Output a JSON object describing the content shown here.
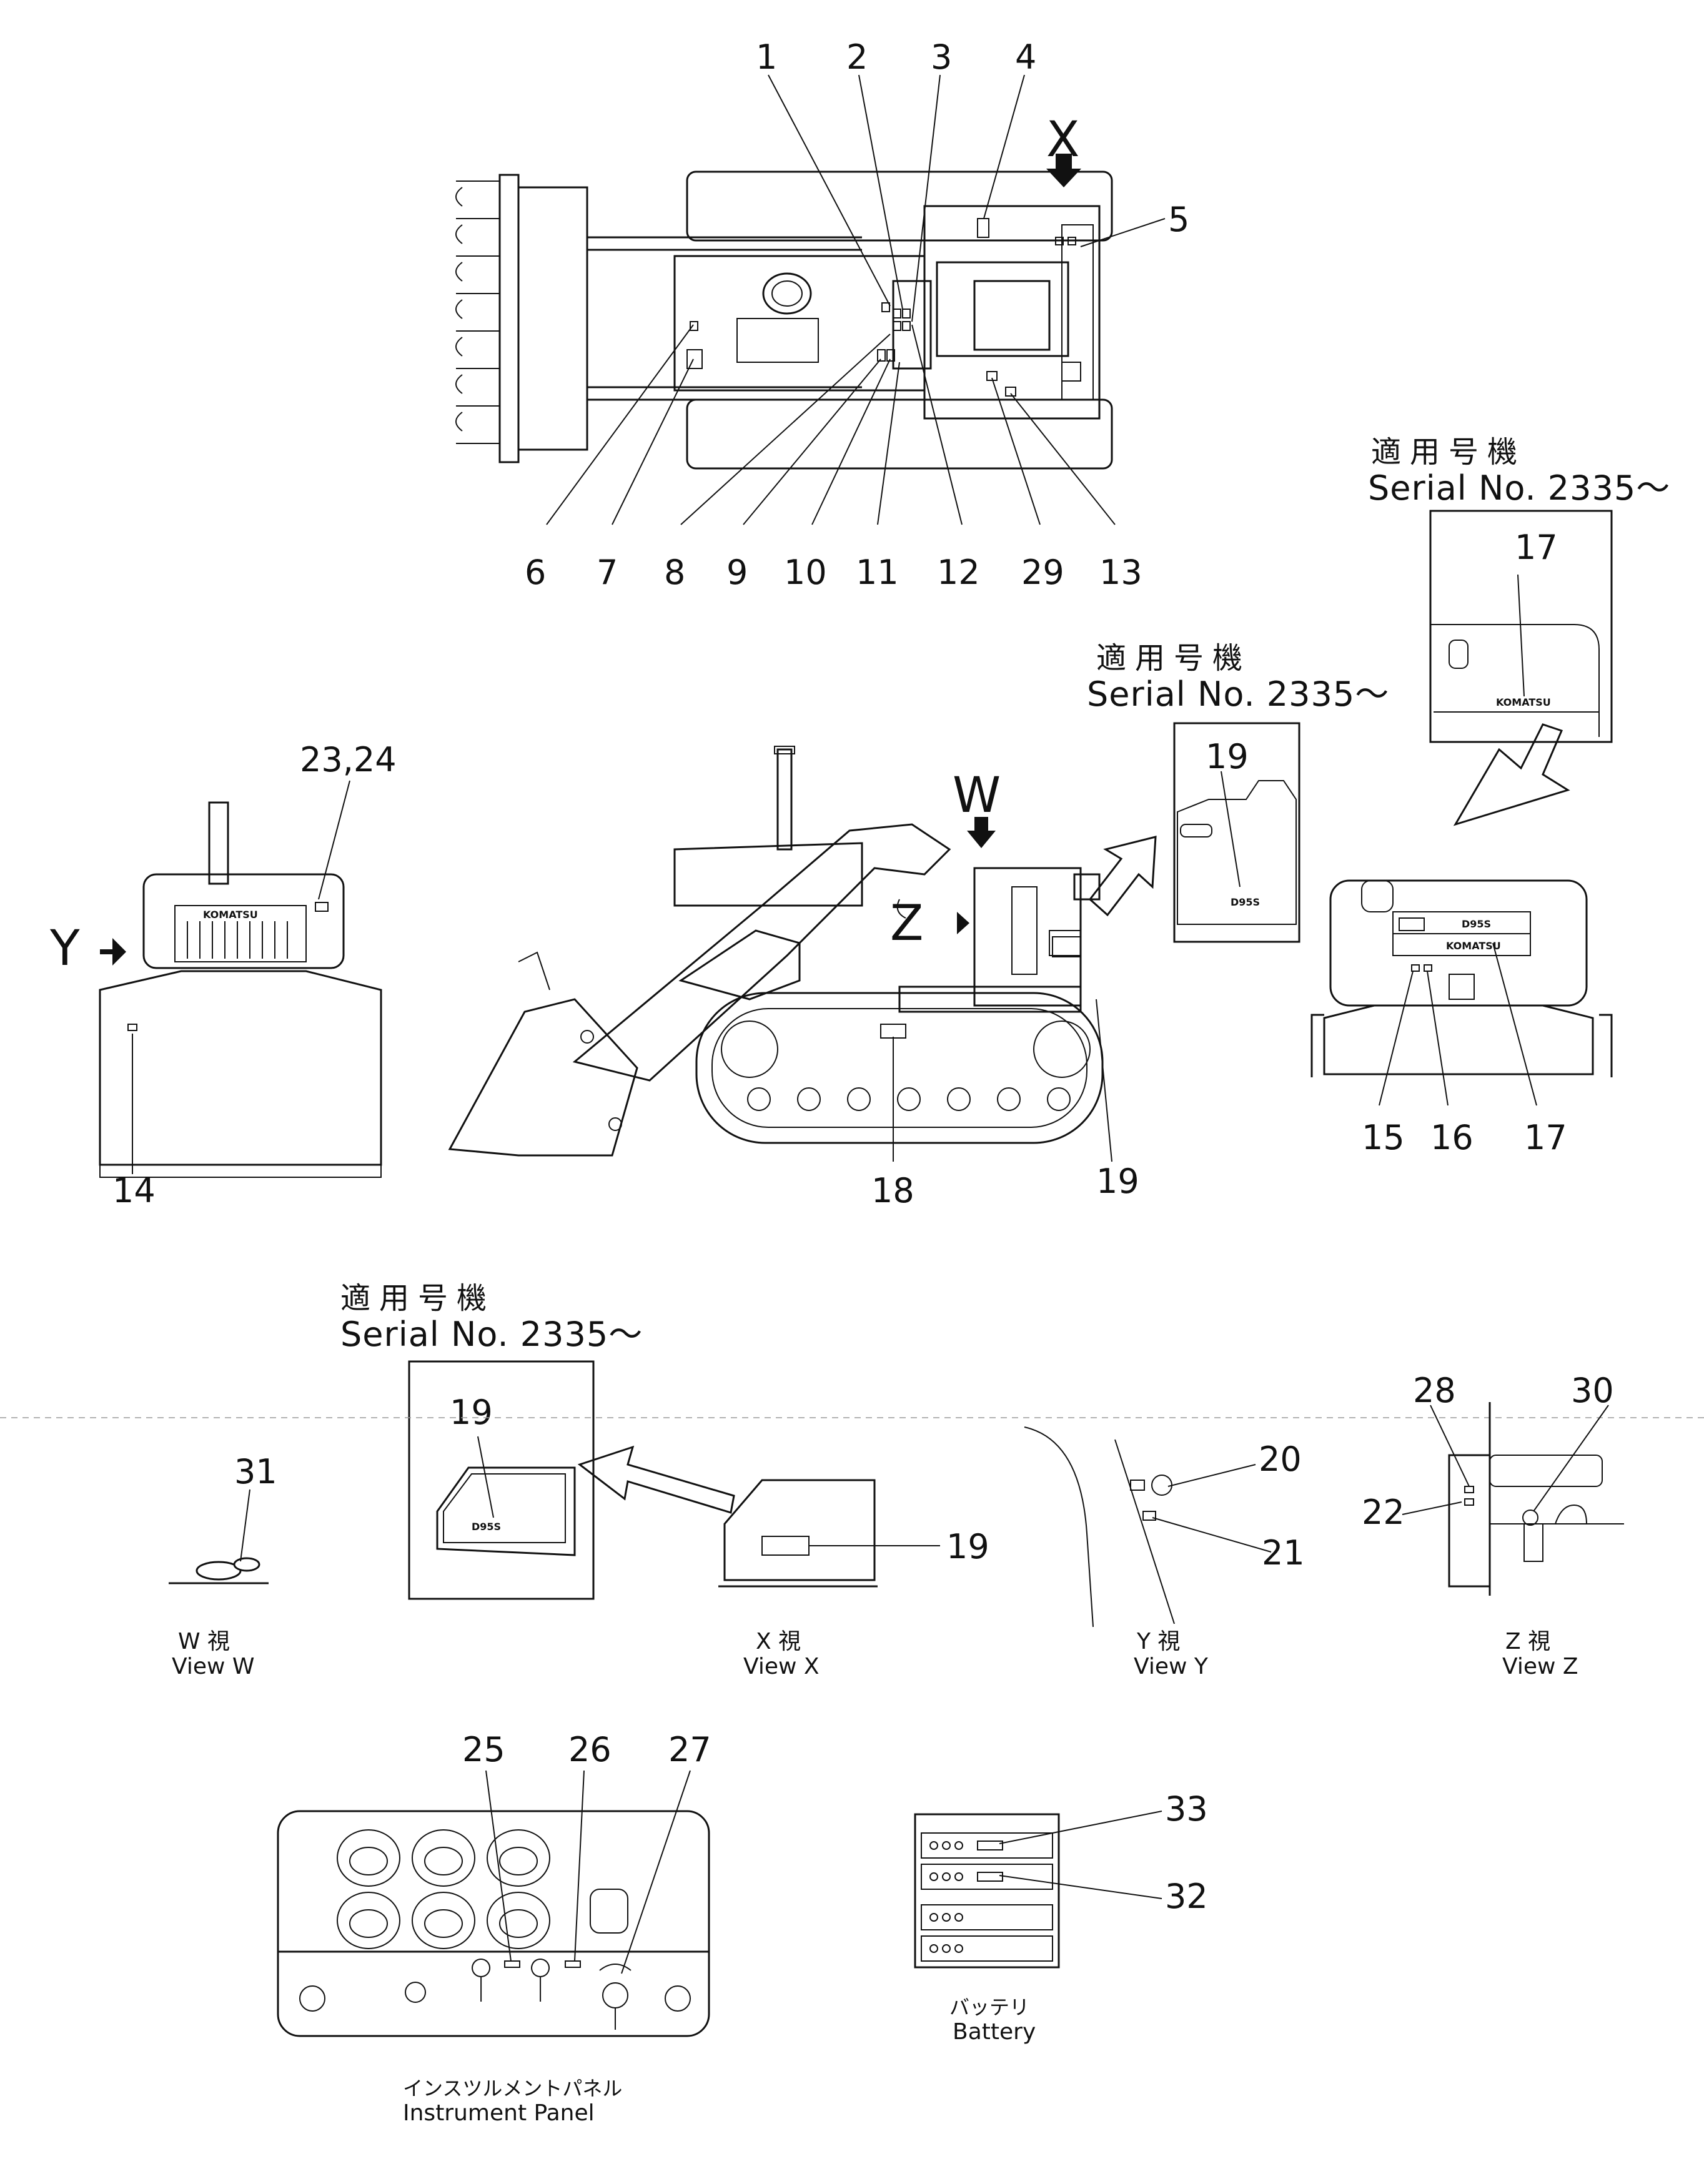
{
  "part_numbers": {
    "n1": "1",
    "n2": "2",
    "n3": "3",
    "n4": "4",
    "n5": "5",
    "n6": "6",
    "n7": "7",
    "n8": "8",
    "n9": "9",
    "n10": "10",
    "n11": "11",
    "n12": "12",
    "n13": "13",
    "n14": "14",
    "n15": "15",
    "n16": "16",
    "n17a": "17",
    "n17b": "17",
    "n18": "18",
    "n19a": "19",
    "n19b": "19",
    "n19c": "19",
    "n19d": "19",
    "n20": "20",
    "n21": "21",
    "n22": "22",
    "n23_24": "23,24",
    "n25": "25",
    "n26": "26",
    "n27": "27",
    "n28": "28",
    "n29": "29",
    "n30": "30",
    "n31": "31",
    "n32": "32",
    "n33": "33"
  },
  "view_letters": {
    "x": "X",
    "w": "W",
    "y": "Y",
    "z": "Z"
  },
  "serial_notes": {
    "jp": "適用号機",
    "en": "Serial  No.  2335～"
  },
  "decal_text": {
    "komatsu": "KOMATSU",
    "model": "D95S"
  },
  "captions": {
    "view_w_jp": "W  視",
    "view_w": "View  W",
    "view_x_jp": "X  視",
    "view_x": "View  X",
    "view_y_jp": "Y  視",
    "view_y": "View  Y",
    "view_z_jp": "Z  視",
    "view_z": "View  Z",
    "panel_jp": "インスツルメントパネル",
    "panel": "Instrument  Panel",
    "battery_jp": "バッテリ",
    "battery": "Battery"
  }
}
